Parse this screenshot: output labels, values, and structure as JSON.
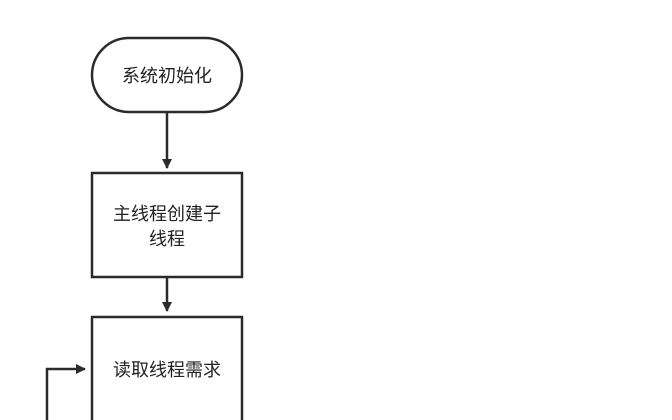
{
  "flowchart": {
    "nodes": [
      {
        "id": "init",
        "shape": "terminator",
        "lines": [
          "系统初始化"
        ]
      },
      {
        "id": "create-thread",
        "shape": "process",
        "lines": [
          "主线程创建子",
          "线程"
        ]
      },
      {
        "id": "read-demand",
        "shape": "process",
        "lines": [
          "读取线程需求"
        ]
      }
    ],
    "edges": [
      {
        "from": "init",
        "to": "create-thread"
      },
      {
        "from": "create-thread",
        "to": "read-demand"
      },
      {
        "from": "loop-back",
        "to": "read-demand"
      }
    ]
  },
  "colors": {
    "stroke": "#2b2b2b",
    "text": "#222222",
    "background": "#ffffff"
  }
}
